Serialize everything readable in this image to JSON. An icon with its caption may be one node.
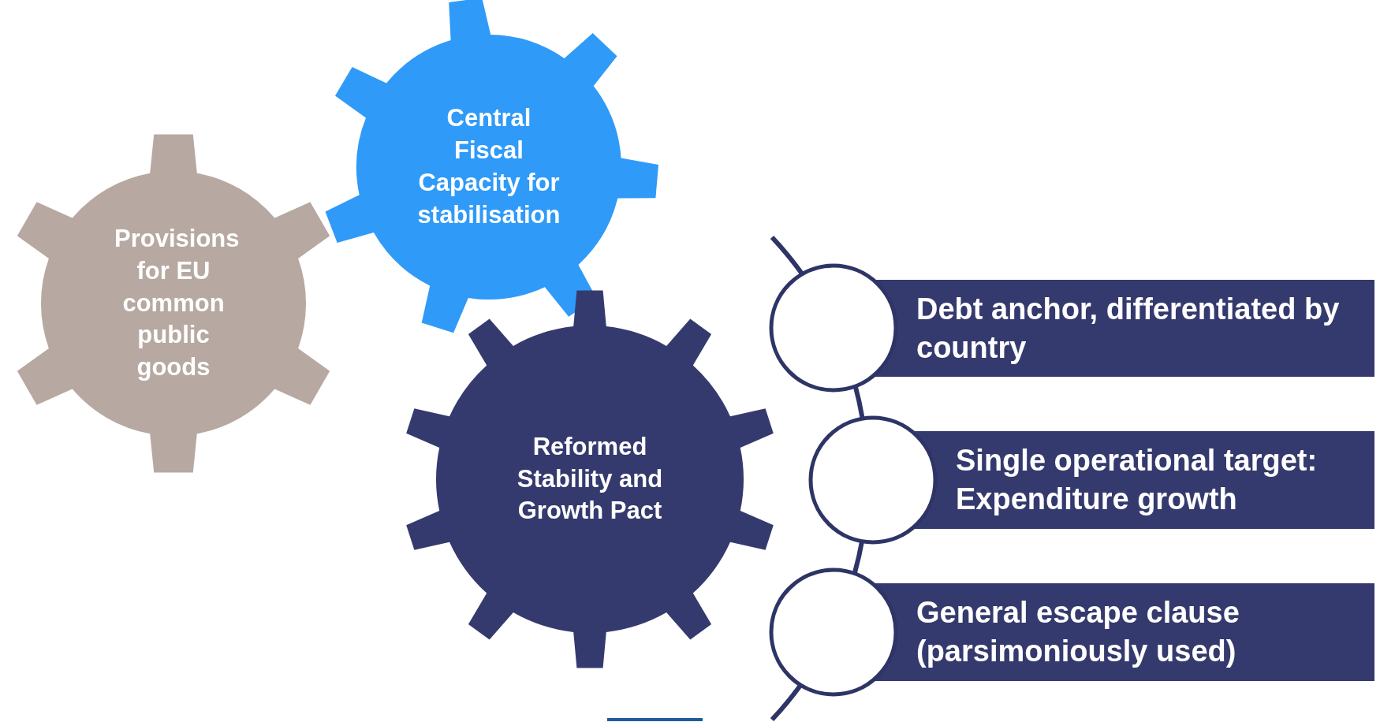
{
  "diagram": {
    "nodes": [
      {
        "text": [
          "Provisions for EU common public goods"
        ]
      },
      {
        "text": [
          "Central Fiscal Capacity for stabilisation"
        ]
      },
      {
        "text": [
          "Reformed Stability and Growth Pact"
        ]
      },
      {
        "text": [
          "Debt anchor, differentiated by country"
        ]
      },
      {
        "text": [
          "Single operational target: Expenditure growth"
        ]
      },
      {
        "text": [
          "General escape clause (parsimoniously used)"
        ]
      },
      {
        "text": [],
        "shape": "circle"
      },
      {
        "text": [],
        "shape": "circle"
      },
      {
        "text": [],
        "shape": "circle"
      }
    ]
  }
}
